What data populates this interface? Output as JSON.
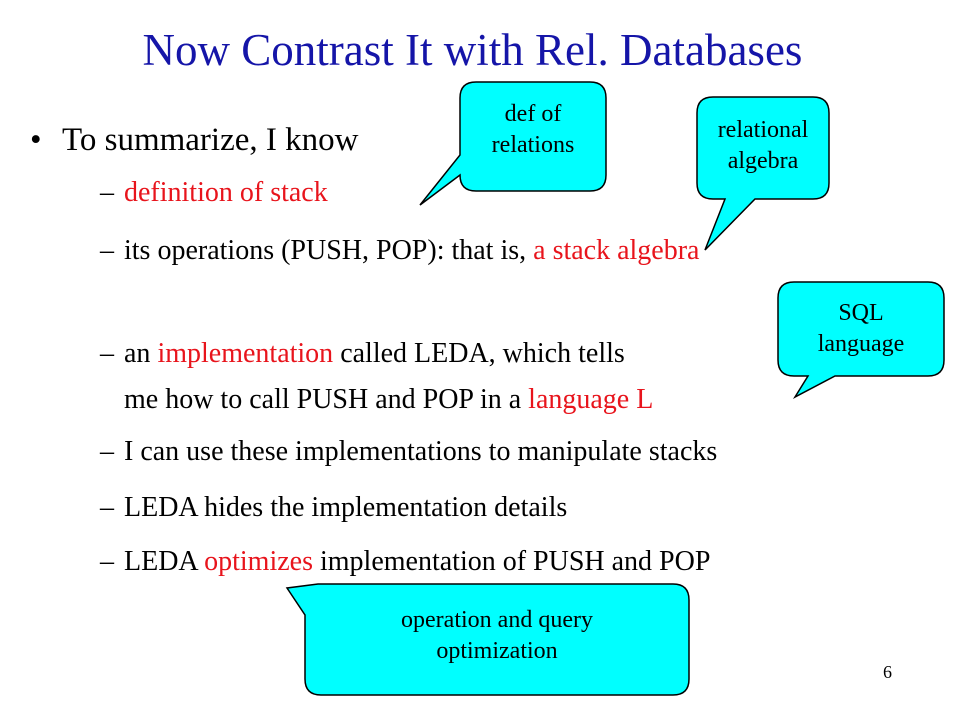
{
  "title": "Now Contrast It with Rel. Databases",
  "bullet": {
    "symbol": "•",
    "text": "To summarize, I know"
  },
  "subitems": {
    "dash": "–",
    "definition": "definition of stack",
    "ops_plain": "its operations (PUSH, POP): that is, ",
    "ops_red": "a stack algebra",
    "impl_prefix": "an ",
    "impl_red": "implementation",
    "impl_rest": " called LEDA, which tells",
    "impl_line2_plain": "me how to call PUSH and POP in a ",
    "impl_line2_red": "language L",
    "use": "I can use these implementations to manipulate stacks",
    "hides": "LEDA hides the implementation details",
    "opt_prefix": "LEDA ",
    "opt_red": "optimizes",
    "opt_rest": " implementation of PUSH and POP"
  },
  "callouts": {
    "def_relations": {
      "line1": "def of",
      "line2": "relations"
    },
    "relational_algebra": {
      "line1": "relational",
      "line2": "algebra"
    },
    "sql_language": {
      "line1": "SQL",
      "line2": "language"
    },
    "optimization": {
      "line1": "operation and query",
      "line2": "optimization"
    }
  },
  "page_number": "6",
  "colors": {
    "title": "#1515a8",
    "highlight": "#e8141c",
    "callout_fill": "#00ffff",
    "callout_stroke": "#000000"
  }
}
